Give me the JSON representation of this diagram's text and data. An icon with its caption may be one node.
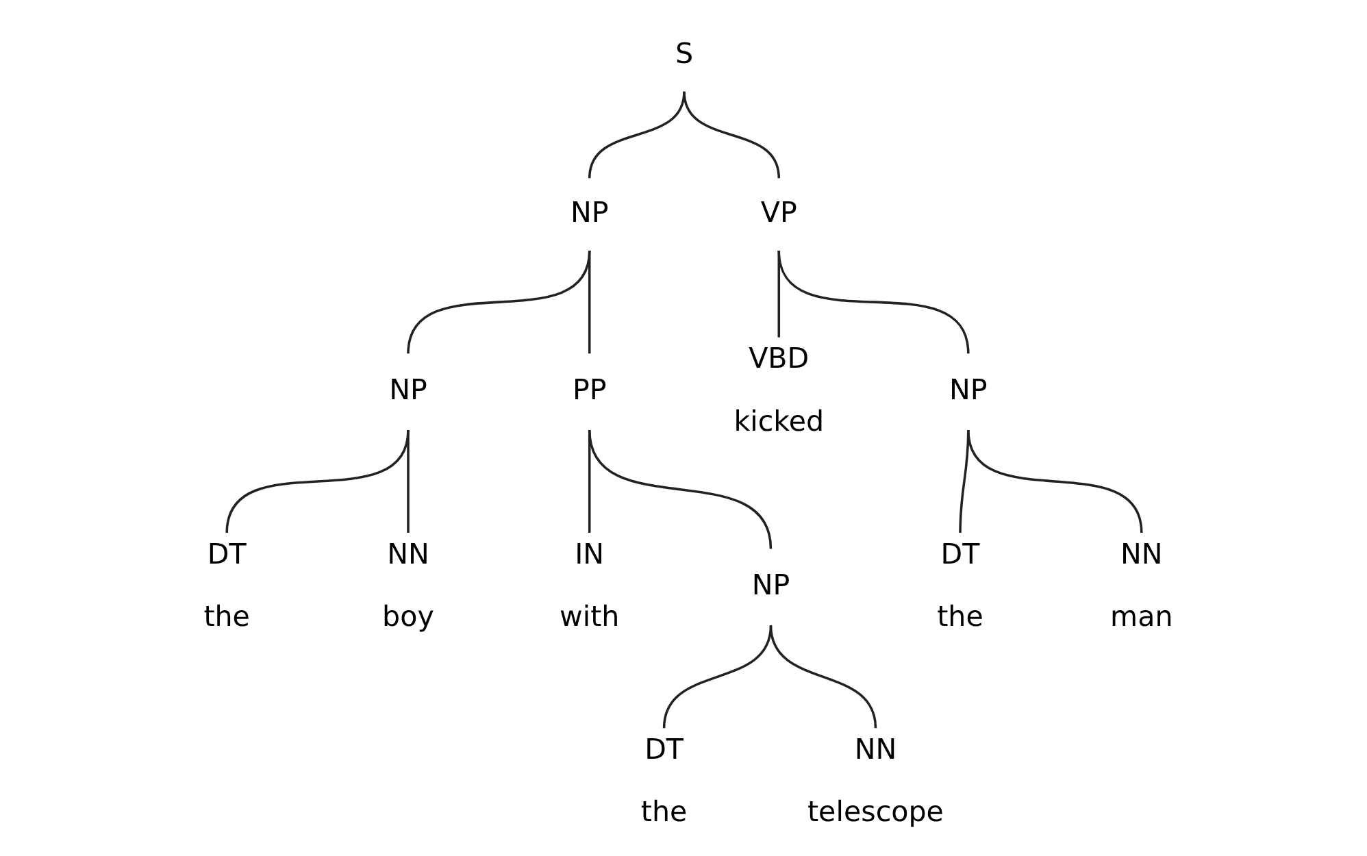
{
  "diagram": {
    "nodes": [
      {
        "text": [
          "S"
        ]
      },
      {
        "text": [
          "NP"
        ]
      },
      {
        "text": [
          "VP"
        ]
      },
      {
        "text": [
          "NP"
        ]
      },
      {
        "text": [
          "PP"
        ]
      },
      {
        "text": [
          "VBD",
          "kicked"
        ]
      },
      {
        "text": [
          "NP"
        ]
      },
      {
        "text": [
          "DT",
          "the"
        ]
      },
      {
        "text": [
          "NN",
          "boy"
        ]
      },
      {
        "text": [
          "IN",
          "with"
        ]
      },
      {
        "text": [
          "NP"
        ]
      },
      {
        "text": [
          "DT",
          "the"
        ]
      },
      {
        "text": [
          "NN",
          "man"
        ]
      },
      {
        "text": [
          "DT",
          "the"
        ]
      },
      {
        "text": [
          "NN",
          "telescope"
        ]
      }
    ],
    "edges": [
      {
        "from": 0,
        "to": 1,
        "arrow": "none"
      },
      {
        "from": 0,
        "to": 2,
        "arrow": "none"
      },
      {
        "from": 1,
        "to": 3,
        "arrow": "none"
      },
      {
        "from": 1,
        "to": 4,
        "arrow": "none"
      },
      {
        "from": 2,
        "to": 5,
        "arrow": "none"
      },
      {
        "from": 2,
        "to": 6,
        "arrow": "none"
      },
      {
        "from": 3,
        "to": 7,
        "arrow": "none"
      },
      {
        "from": 3,
        "to": 8,
        "arrow": "none"
      },
      {
        "from": 4,
        "to": 9,
        "arrow": "none"
      },
      {
        "from": 4,
        "to": 10,
        "arrow": "none"
      },
      {
        "from": 6,
        "to": 11,
        "arrow": "none"
      },
      {
        "from": 6,
        "to": 12,
        "arrow": "none"
      },
      {
        "from": 10,
        "to": 13,
        "arrow": "none"
      },
      {
        "from": 10,
        "to": 14,
        "arrow": "none"
      }
    ]
  }
}
